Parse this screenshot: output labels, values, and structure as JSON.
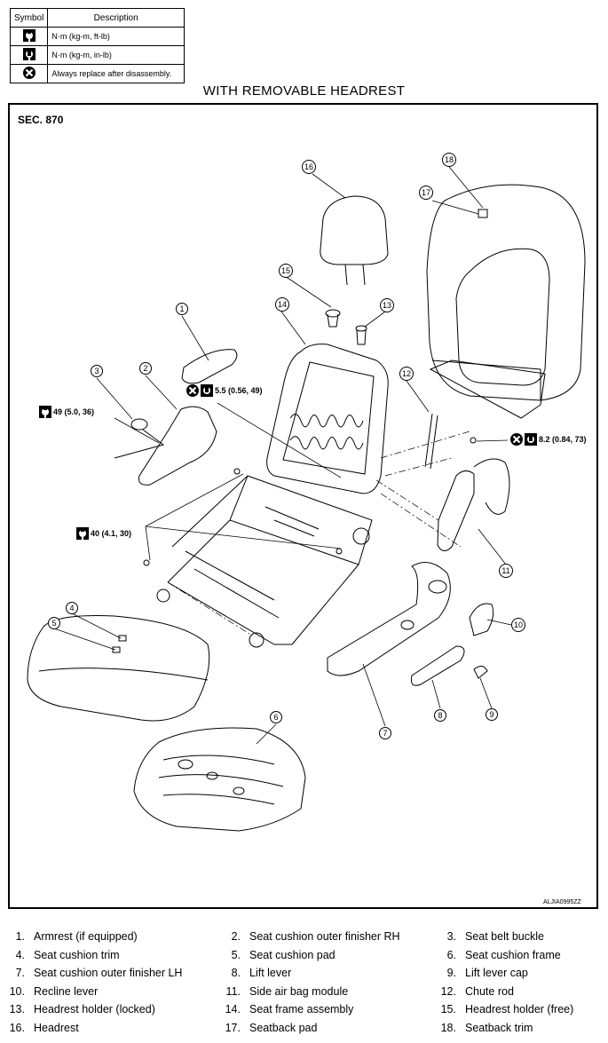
{
  "legend": {
    "header_symbol": "Symbol",
    "header_description": "Description",
    "rows": [
      {
        "icon": "torque-wrench-ftlb-icon",
        "description": "N·m (kg-m, ft-lb)"
      },
      {
        "icon": "torque-wrench-inlb-icon",
        "description": "N·m (kg-m, in-lb)"
      },
      {
        "icon": "replace-after-disassembly-icon",
        "description": "Always replace after disassembly."
      }
    ]
  },
  "title": "WITH REMOVABLE HEADREST",
  "section": "SEC. 870",
  "figure_code": "ALJIA0995ZZ",
  "torques": {
    "t1": "5.5 (0.56, 49)",
    "t2": "49 (5.0, 36)",
    "t3": "8.2 (0.84, 73)",
    "t4": "40 (4.1, 30)"
  },
  "callouts": [
    "1",
    "2",
    "3",
    "4",
    "5",
    "6",
    "7",
    "8",
    "9",
    "10",
    "11",
    "12",
    "13",
    "14",
    "15",
    "16",
    "17",
    "18"
  ],
  "parts": [
    {
      "num": "1.",
      "name": "Armrest (if equipped)"
    },
    {
      "num": "2.",
      "name": "Seat cushion outer finisher RH"
    },
    {
      "num": "3.",
      "name": "Seat belt buckle"
    },
    {
      "num": "4.",
      "name": "Seat cushion trim"
    },
    {
      "num": "5.",
      "name": "Seat cushion pad"
    },
    {
      "num": "6.",
      "name": "Seat cushion frame"
    },
    {
      "num": "7.",
      "name": "Seat cushion outer finisher LH"
    },
    {
      "num": "8.",
      "name": "Lift lever"
    },
    {
      "num": "9.",
      "name": "Lift lever cap"
    },
    {
      "num": "10.",
      "name": "Recline lever"
    },
    {
      "num": "11.",
      "name": "Side air bag module"
    },
    {
      "num": "12.",
      "name": "Chute rod"
    },
    {
      "num": "13.",
      "name": "Headrest holder (locked)"
    },
    {
      "num": "14.",
      "name": "Seat frame assembly"
    },
    {
      "num": "15.",
      "name": "Headrest holder (free)"
    },
    {
      "num": "16.",
      "name": "Headrest"
    },
    {
      "num": "17.",
      "name": "Seatback pad"
    },
    {
      "num": "18.",
      "name": "Seatback trim"
    }
  ]
}
